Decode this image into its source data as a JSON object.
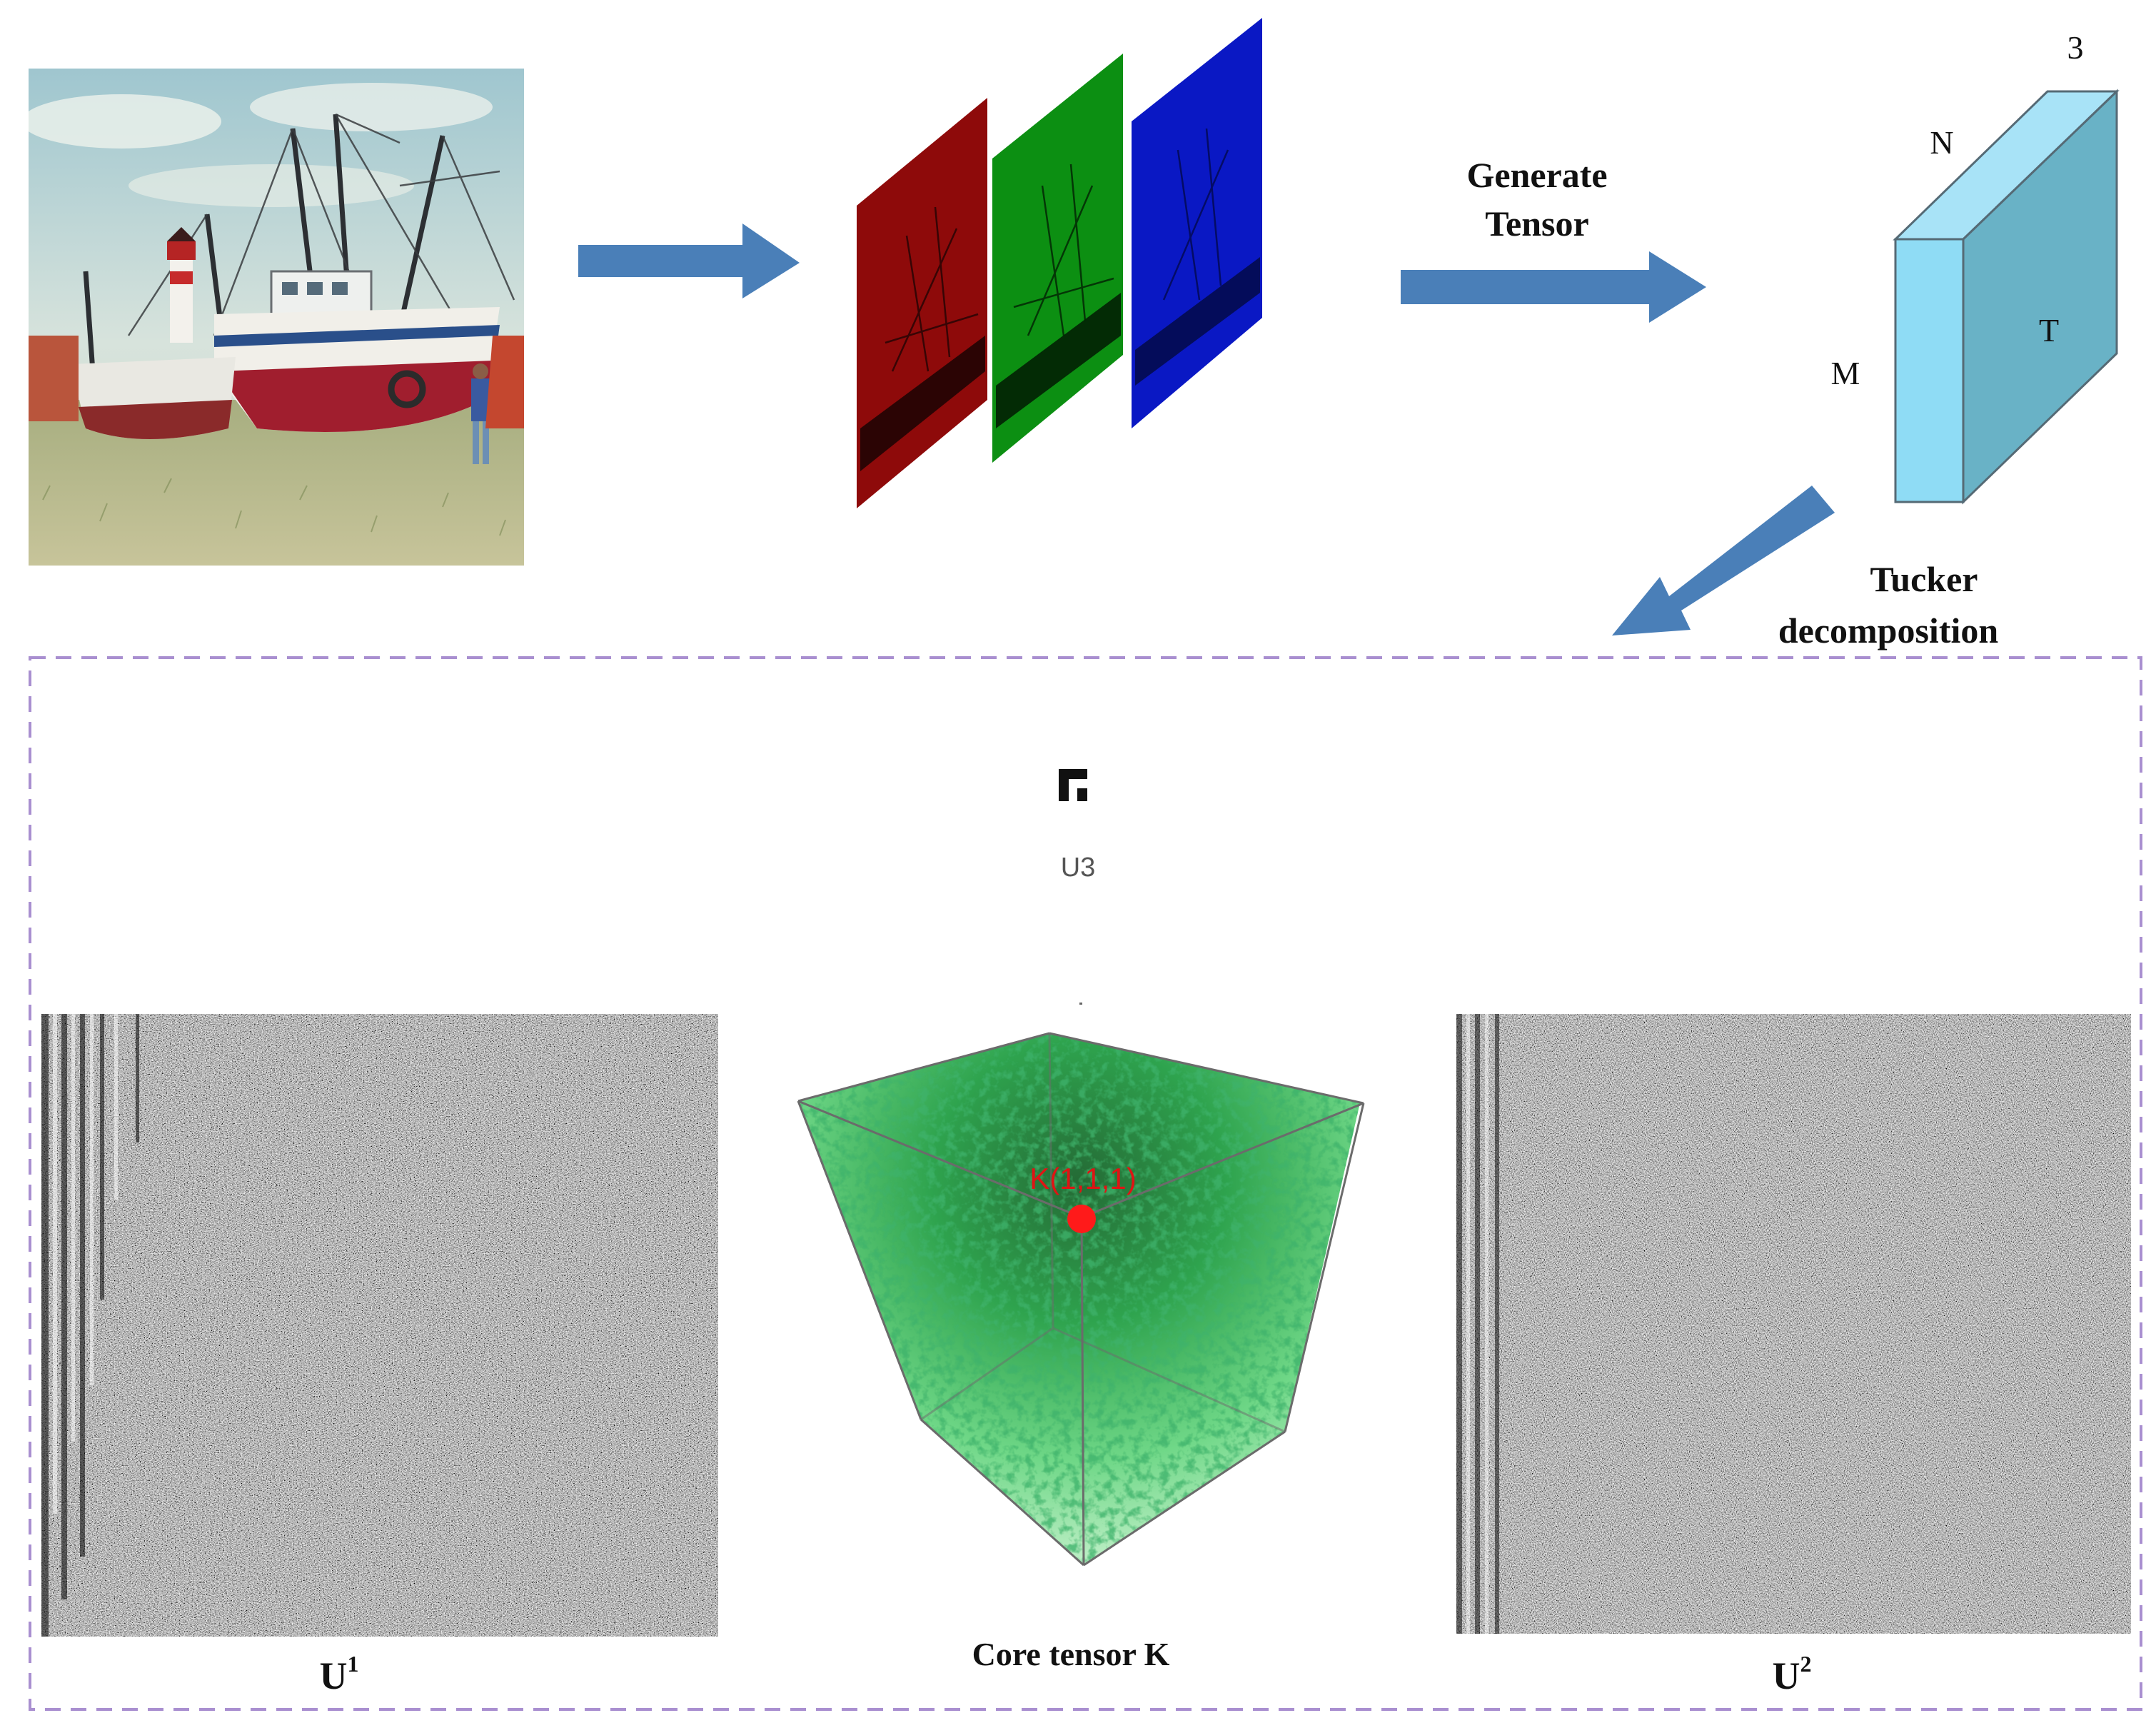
{
  "labels": {
    "generate_line1": "Generate",
    "generate_line2": "Tensor",
    "tucker_line1": "Tucker",
    "tucker_line2": "decomposition",
    "dim_3": "3",
    "dim_N": "N",
    "dim_M": "M",
    "dim_T": "T",
    "u3": "U3",
    "core_point": "K(1,1,1)",
    "u1_base": "U",
    "u1_sup": "1",
    "core_caption": "Core tensor K",
    "u2_base": "U",
    "u2_sup": "2"
  },
  "colors": {
    "arrow": "#4a7fb8",
    "channel_red": "#8e0a0a",
    "channel_green": "#0c8f12",
    "channel_blue": "#0a18c4",
    "tensor_front": "#8fdcf5",
    "tensor_top": "#a8e3f7",
    "tensor_side": "#69b2c6",
    "dashed_border": "#a98fd0",
    "core_point": "#ff1a1a",
    "core_green_dark": "#0f7d2e",
    "core_green_light": "#b8efc0"
  },
  "icons": {
    "photo": "boat-photo-icon",
    "u3": "small-corner-icon"
  }
}
